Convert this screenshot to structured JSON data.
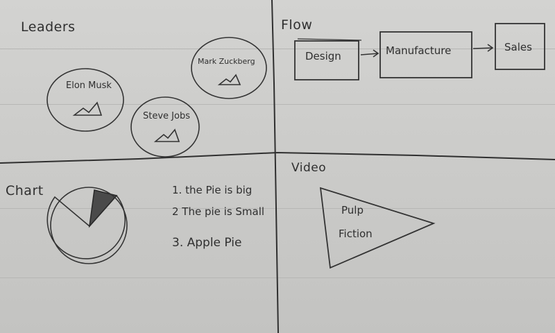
{
  "sections": {
    "leaders": {
      "title": "Leaders",
      "items": [
        {
          "name": "Elon Musk",
          "icon": "mountain-icon"
        },
        {
          "name": "Steve Jobs",
          "icon": "mountain-icon"
        },
        {
          "name": "Mark Zuckberg",
          "icon": "mountain-icon"
        }
      ]
    },
    "flow": {
      "title": "Flow",
      "steps": [
        "Design",
        "Manufacture",
        "Sales"
      ]
    },
    "chart": {
      "title": "Chart",
      "list": [
        "1. the Pie is big",
        "2 The pie is Small",
        "3. Apple Pie"
      ]
    },
    "video": {
      "title": "Video",
      "play_text_1": "Pulp",
      "play_text_2": "Fiction"
    }
  },
  "colors": {
    "paper": "#cbcbc9",
    "ink": "#2b2b2b",
    "pie_slice": "#3a3a3a"
  }
}
